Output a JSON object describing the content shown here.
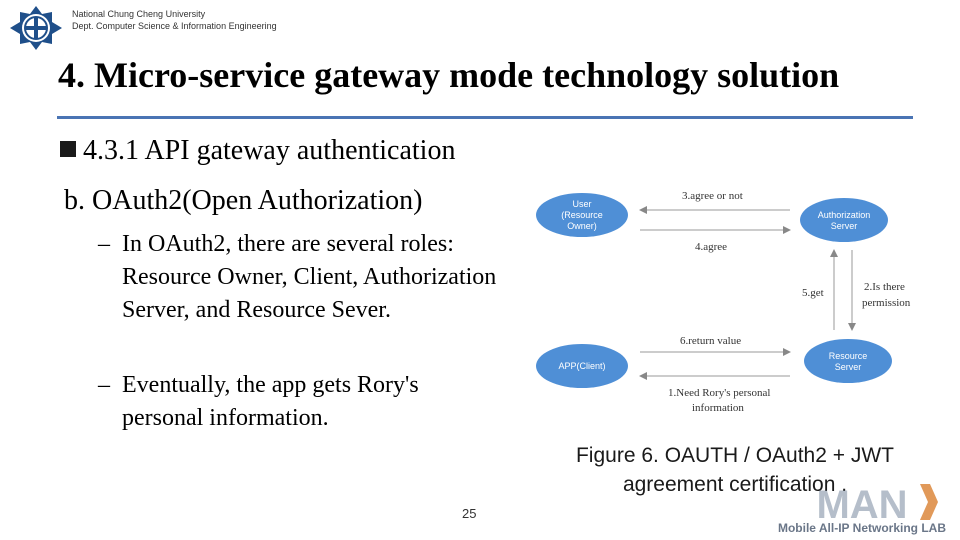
{
  "header": {
    "university_line1": "National Chung Cheng University",
    "university_line2": "Dept. Computer Science & Information Engineering"
  },
  "slide": {
    "title": "4. Micro-service gateway mode technology solution",
    "section": "4.3.1 API gateway authentication",
    "subsection": "b. OAuth2(Open Authorization)",
    "paragraphs": [
      {
        "dash": "–",
        "text": "In OAuth2, there are several roles: Resource Owner, Client, Authorization Server, and Resource Sever."
      },
      {
        "dash": "–",
        "text": "Eventually, the app gets Rory's personal information."
      }
    ],
    "page_number": "25"
  },
  "figure": {
    "nodes": {
      "user": "User (Resource Owner)",
      "auth_server": "Authorization Server",
      "app_client": "APP(Client)",
      "resource_server": "Resource Server"
    },
    "arrows": {
      "a1": "1.Need Rory's personal information",
      "a2": "2.Is there permission",
      "a3": "3.agree or not",
      "a4": "4.agree",
      "a5": "5.get",
      "a6": "6.return value"
    },
    "caption_line1": "Figure 6.  OAUTH / OAuth2 + JWT",
    "caption_line2": "agreement certification ."
  },
  "footer": {
    "lab_logo_text": "MAN",
    "lab_name": "Mobile All-IP Networking LAB"
  },
  "colors": {
    "title_rule": "#4a74b4",
    "node_fill": "#4f8fd6",
    "lab_logo": "#7a8aa0"
  }
}
